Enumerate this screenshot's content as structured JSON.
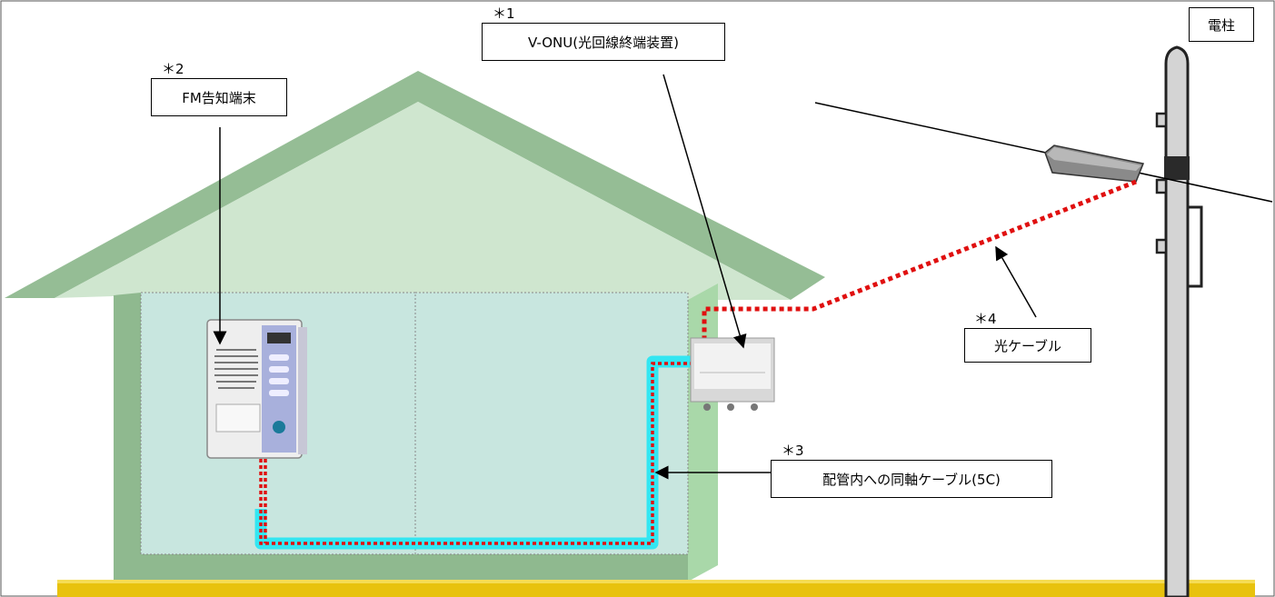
{
  "labels": {
    "pole": "電柱",
    "onu_note": "＊1",
    "onu": "V-ONU(光回線終端装置)",
    "fm_note": "＊2",
    "fm": "FM告知端末",
    "coax_note": "＊3",
    "coax": "配管内への同軸ケーブル(5C)",
    "fiber_note": "＊4",
    "fiber": "光ケーブル"
  },
  "colors": {
    "roof": "#8fb98f",
    "wall": "#a9d8a9",
    "fiber": "#e01010",
    "coax": "#33e6f2",
    "ground": "#e8c20e"
  }
}
